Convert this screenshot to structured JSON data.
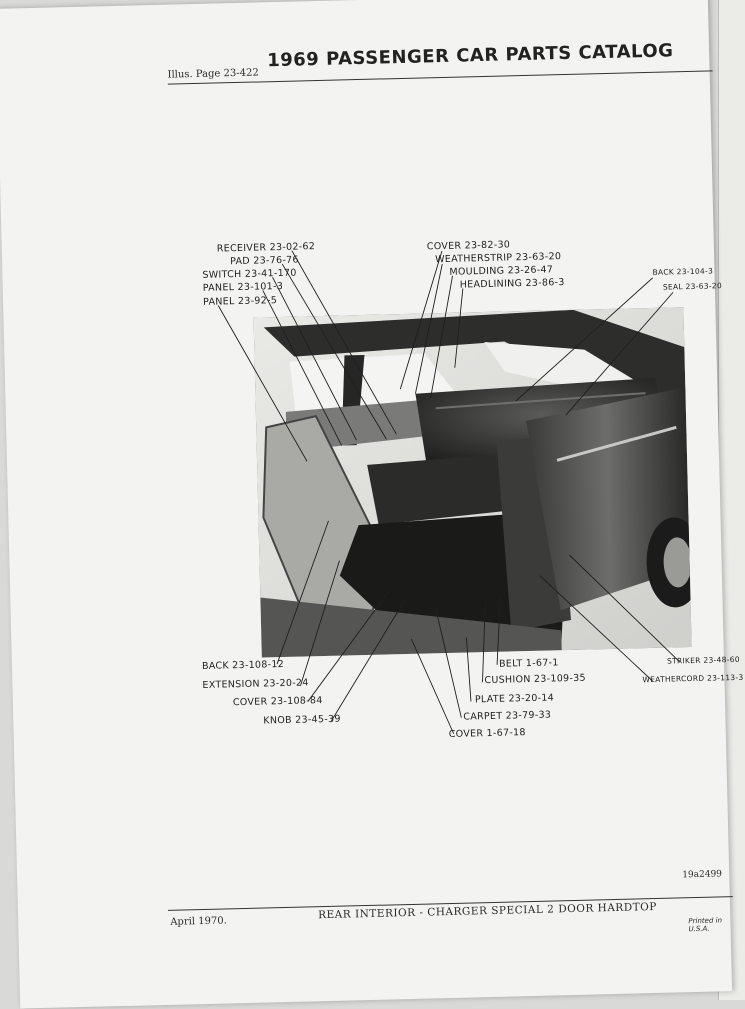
{
  "header": {
    "illus": "Illus. Page 23-422",
    "title": "1969 PASSENGER CAR PARTS CATALOG"
  },
  "callouts": {
    "receiver": "RECEIVER 23-02-62",
    "pad": "PAD 23-76-76",
    "switch": "SWITCH 23-41-170",
    "panel_1": "PANEL 23-101-3",
    "panel_2": "PANEL 23-92-5",
    "cover_top": "COVER 23-82-30",
    "weatherstrip": "WEATHERSTRIP 23-63-20",
    "moulding": "MOULDING 23-26-47",
    "headlining": "HEADLINING 23-86-3",
    "back_right": "BACK 23-104-3",
    "seal": "SEAL 23-63-20",
    "back_left": "BACK 23-108-12",
    "extension": "EXTENSION 23-20-24",
    "cover_left": "COVER 23-108-84",
    "knob": "KNOB 23-45-39",
    "belt": "BELT 1-67-1",
    "cushion": "CUSHION 23-109-35",
    "plate": "PLATE 23-20-14",
    "carpet": "CARPET 23-79-33",
    "cover_bottom": "COVER 1-67-18",
    "striker": "STRIKER 23-48-60",
    "weathercord": "WEATHERCORD 23-113-3"
  },
  "figure_id": "19a2499",
  "footer": {
    "date": "April 1970.",
    "title": "REAR INTERIOR - CHARGER SPECIAL 2 DOOR HARDTOP",
    "printed": "Printed in U.S.A."
  }
}
